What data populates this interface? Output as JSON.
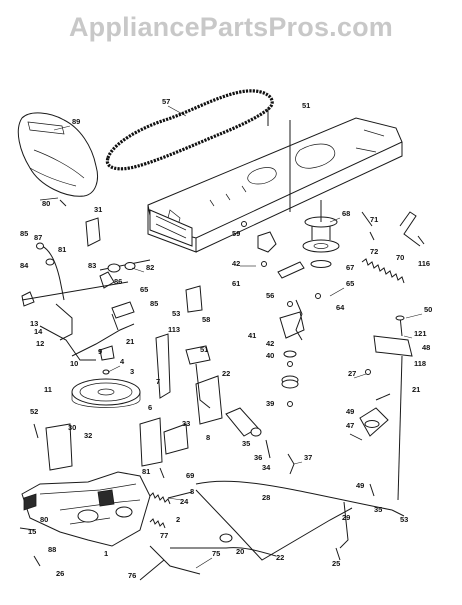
{
  "watermark": "AppliancePartsPros.com",
  "callouts": [
    "57",
    "51",
    "89",
    "31",
    "71",
    "68",
    "85",
    "87",
    "81",
    "83",
    "82",
    "72",
    "59",
    "42",
    "61",
    "58",
    "65",
    "67",
    "64",
    "70",
    "116",
    "84",
    "85",
    "86",
    "65",
    "53",
    "50",
    "13",
    "14",
    "12",
    "10",
    "113",
    "51",
    "41",
    "40",
    "42",
    "28",
    "121",
    "118",
    "11",
    "9",
    "4",
    "3",
    "21",
    "39",
    "48",
    "22",
    "21",
    "52",
    "7",
    "6",
    "8",
    "32",
    "30",
    "33",
    "34",
    "35",
    "36",
    "27",
    "49",
    "47",
    "81",
    "15",
    "49",
    "25",
    "80",
    "26",
    "88",
    "69",
    "24",
    "2",
    "35",
    "8",
    "53",
    "77",
    "75",
    "1",
    "20",
    "22",
    "29",
    "76",
    "37",
    "56",
    "80"
  ],
  "icons": [
    "belt-icon",
    "frame-icon",
    "lever-icon",
    "spring-icon",
    "pulley-icon",
    "transaxle-icon",
    "bolt-icon"
  ]
}
